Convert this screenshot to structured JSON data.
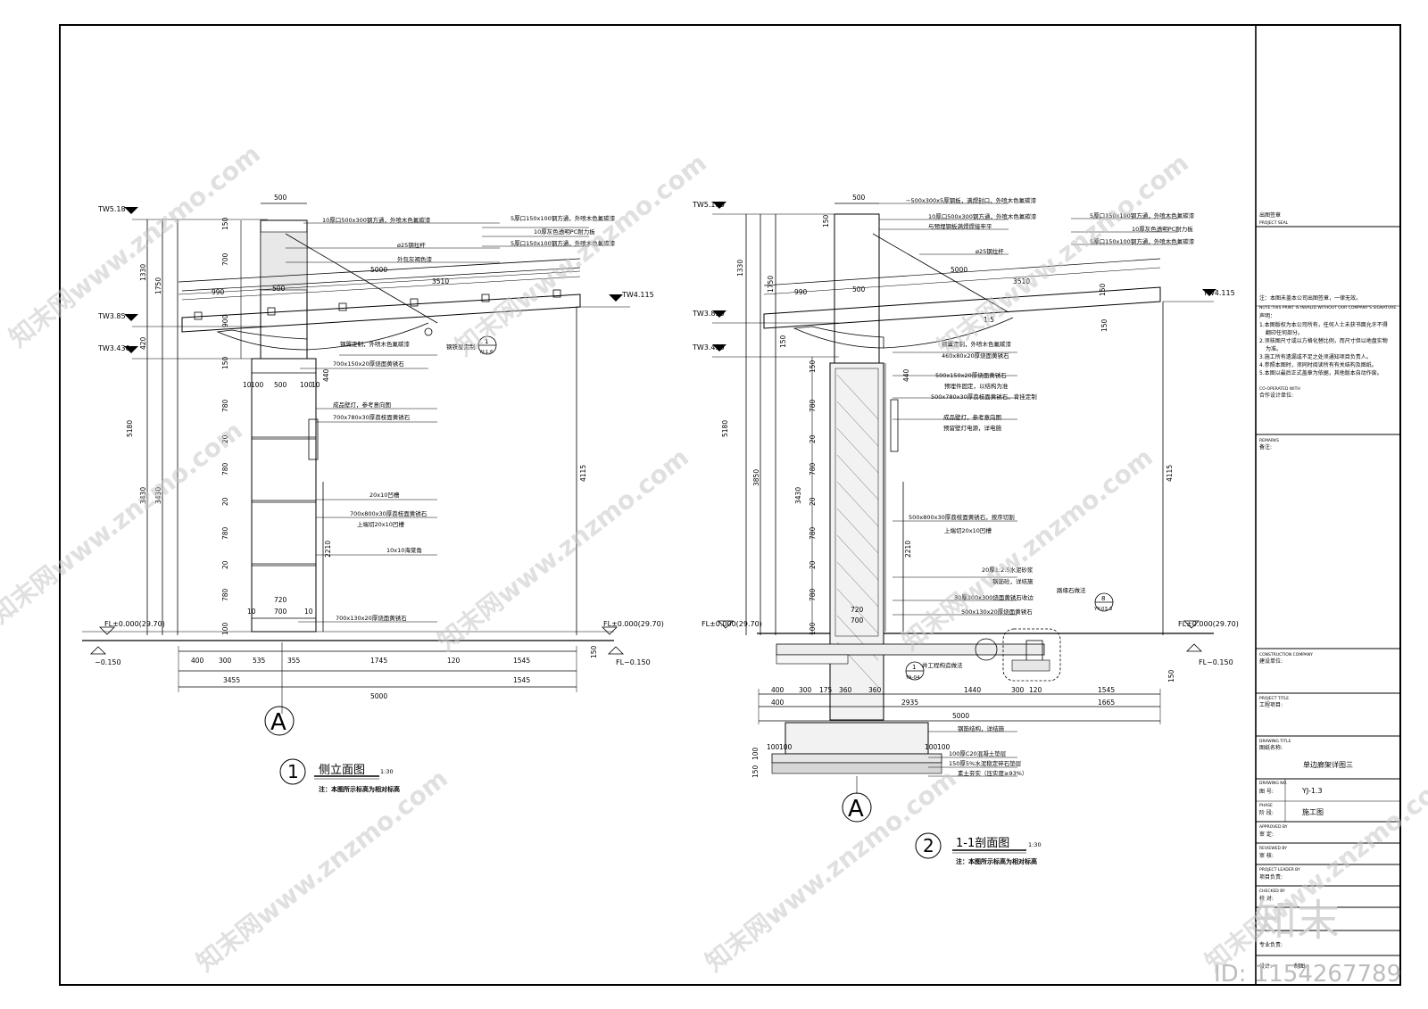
{
  "drawing_1": {
    "number": "1",
    "title": "侧立面图",
    "scale": "1:30",
    "note": "注：本图所示标高为相对标高",
    "section_mark": "A",
    "levels": {
      "tw518": "TW5.18",
      "tw385": "TW3.85",
      "tw3430": "TW3.430",
      "tw4115": "TW4.115",
      "fl_left": "FL±0.000(29.70)",
      "fl_right": "FL±0.000(29.70)",
      "m0150": "−0.150",
      "fl_m0150": "FL−0.150"
    },
    "dims": {
      "top500": "500",
      "col150": "150",
      "col700": "700",
      "col900": "900",
      "d150b": "150",
      "left1330": "1330",
      "left1750": "1750",
      "left420": "420",
      "left5180": "5180",
      "left3430a": "3430",
      "left3430b": "3430",
      "right4115": "4115",
      "d5000": "5000",
      "d3510": "3510",
      "d990": "990",
      "d500b": "500",
      "r10a": "10",
      "r100": "100",
      "r500c": "500",
      "r100b": "100",
      "r10b": "10",
      "d440": "440",
      "v780a": "780",
      "v20a": "20",
      "v780b": "780",
      "v20b": "20",
      "v780c": "780",
      "v20c": "20",
      "v780d": "780",
      "v100": "100",
      "d2210": "2210",
      "d720": "720",
      "d700": "700",
      "d10c": "10",
      "d10d": "10",
      "b400": "400",
      "b300": "300",
      "b535": "535",
      "b355": "355",
      "b1745": "1745",
      "b120": "120",
      "b1545": "1545",
      "b3455": "3455",
      "b1545b": "1545",
      "b5000": "5000",
      "d150c": "150"
    },
    "annotations": {
      "a1": "10厚口500x300钢方通，外喷木色氟碳漆",
      "a2": "ø25钢拉杆",
      "a3": "外包灰褐色漆",
      "a4": "5厚口150x100钢方通，外喷木色氟碳漆",
      "a5": "10厚灰色透明PC耐力板",
      "a6": "5厚口150x100钢方通，外喷木色氟碳漆",
      "a7": "钢翼定制，外喷木色氟碳漆",
      "a8": "钢铁星定制",
      "a9": "700x150x20厚烧面黄锈石",
      "a10": "成品壁灯，参考意向图",
      "a11": "700x780x30厚荔枝面黄锈石",
      "a12": "20x10凹槽",
      "a13": "700x800x30厚荔枝面黄锈石",
      "a14": "上端切20x10凹槽",
      "a15": "10x10海棠角",
      "a16": "700x130x20厚烧面黄锈石"
    },
    "callout": {
      "top": "1",
      "bottom": "YJ-1.6"
    }
  },
  "drawing_2": {
    "number": "2",
    "title": "1-1剖面图",
    "scale": "1:30",
    "note": "注：本图所示标高为相对标高",
    "section_mark": "A",
    "levels": {
      "tw5180": "TW5.180",
      "tw3850": "TW3.850",
      "tw3430": "TW3.430",
      "tw4115": "TW4.115",
      "fl_left": "FL±0.000(29.70)",
      "fl_right": "FL±0.000(29.70)",
      "fl_m0150": "FL−0.150"
    },
    "dims": {
      "top500": "500",
      "col150": "150",
      "left1330": "1330",
      "left1750": "1750",
      "left5180": "5180",
      "left3850": "3850",
      "left3430": "3430",
      "right4115": "4115",
      "d5000": "5000",
      "d3510": "3510",
      "d990": "990",
      "d500b": "500",
      "d150r": "150",
      "d150r2": "150",
      "d150l": "150",
      "slope": "1:5",
      "v150": "150",
      "v780a": "780",
      "v20a": "20",
      "v780b": "780",
      "v20b": "20",
      "v780c": "780",
      "v20c": "20",
      "v780d": "780",
      "v100": "100",
      "d440": "440",
      "d2210": "2210",
      "d720": "720",
      "d700": "700",
      "b400": "400",
      "b300": "300",
      "b175": "175",
      "b360": "360",
      "b360b": "360",
      "b1440": "1440",
      "b300b": "300",
      "b120": "120",
      "b1545": "1545",
      "c400": "400",
      "c2935": "2935",
      "c1665": "1665",
      "c5000": "5000",
      "f100a": "100",
      "f100b": "100",
      "f100c": "100",
      "f100d": "100",
      "f150": "150",
      "f100e": "100",
      "d150c": "150"
    },
    "annotations": {
      "a1": "−500x300x5厚钢板，满焊封口，外喷木色氟碳漆",
      "a2": "10厚口500x300钢方通，外喷木色氟碳漆",
      "a3": "与预埋钢板满焊焊接牢平",
      "a4": "ø25钢拉杆",
      "a5": "5厚口150x100钢方通，外喷木色氟碳漆",
      "a6": "10厚灰色透明PC耐力板",
      "a7": "5厚口150x100钢方通，外喷木色氟碳漆",
      "a8": "钢翼定制，外喷木色氟碳漆",
      "a9": "460x80x20厚烧面黄锈石",
      "a10": "500x150x20厚烧面黄锈石",
      "a11": "预埋件固定，以结构为准",
      "a12": "500x780x30厚荔枝面黄锈石，背挂定制",
      "a13": "成品壁灯，参考意向图",
      "a14": "预留壁灯电源，详电施",
      "a15": "500x800x30厚荔枝面黄锈石，按序切割",
      "a16": "上端切20x10凹槽",
      "a17": "20厚1:2.5水泥砂浆",
      "a18": "钢筋砼，详结施",
      "a19": "30厚300x300烧面黄锈石收边",
      "a20": "500x130x20厚烧面黄锈石",
      "a21": "路缘石做法",
      "a22": "钢筋结构，详结施",
      "a23": "100厚C20混凝土垫层",
      "a24": "150厚5%水泥稳定碎石垫层",
      "a25": "素土夯实（压实度≥93%）",
      "a26": "井工程构造做法"
    },
    "callout_1": {
      "top": "8",
      "bottom": "YY-03.3"
    },
    "callout_2": {
      "top": "1",
      "bottom": "YA-04"
    }
  },
  "title_block": {
    "seal_label": "出图签章",
    "seal_label_en": "PROJECT SEAL",
    "seal_note": "注：本图未盖本公司出图签章，一律无效。",
    "seal_note_en": "NOTE:THIS PRINT IS INVALID WITHOUT OUR COMPANY'S SIGNATURE.",
    "statement_title": "声明：",
    "statements": [
      "1.本图版权为本公司所有，任何人士未获书面允许不得",
      "翻印任何部分。",
      "2.须核图尺寸或以方格化替比例，而尺寸但以地盘实物",
      "为准。",
      "3.施工所有遗漏或不足之处须通知项目负责人。",
      "4.参照本图时，须同时阅读所有有关结构及图纸。",
      "5.本图以最后正式盖章为依据，其他版本自动作废。"
    ],
    "cooperated_en": "CO-OPERATED WITH",
    "cooperated": "合作设计单位:",
    "remarks_en": "REMARKS",
    "remarks": "备注:",
    "construction_en": "CONSTRUCTION COMPANY",
    "construction": "建设单位:",
    "project_en": "PROJECT TITLE",
    "project": "工程项目:",
    "drawing_en": "DRAWING TITLE",
    "drawing": "图纸名称:",
    "drawing_title": "单边廊架详图三",
    "drawing_no_en": "DRAWING NO.",
    "drawing_no_label": "图  号:",
    "drawing_no": "YJ-1.3",
    "phase_en": "PHASE",
    "phase_label": "阶  段:",
    "phase": "施工图",
    "approved_en": "APPROVED BY",
    "approved": "审  定:",
    "reviewed_en": "REVIEWED BY",
    "reviewed": "审  核:",
    "leader_en": "PROJECT LEADER BY",
    "leader": "项目负责:",
    "checked_en": "CHECKED BY",
    "checked": "校  对:",
    "specialist": "专业负责:",
    "design": "设计:",
    "draw": "制图:"
  },
  "watermark": {
    "text": "知末网www.znzmo.com",
    "logo": "知末",
    "id": "ID: 1154267789"
  }
}
